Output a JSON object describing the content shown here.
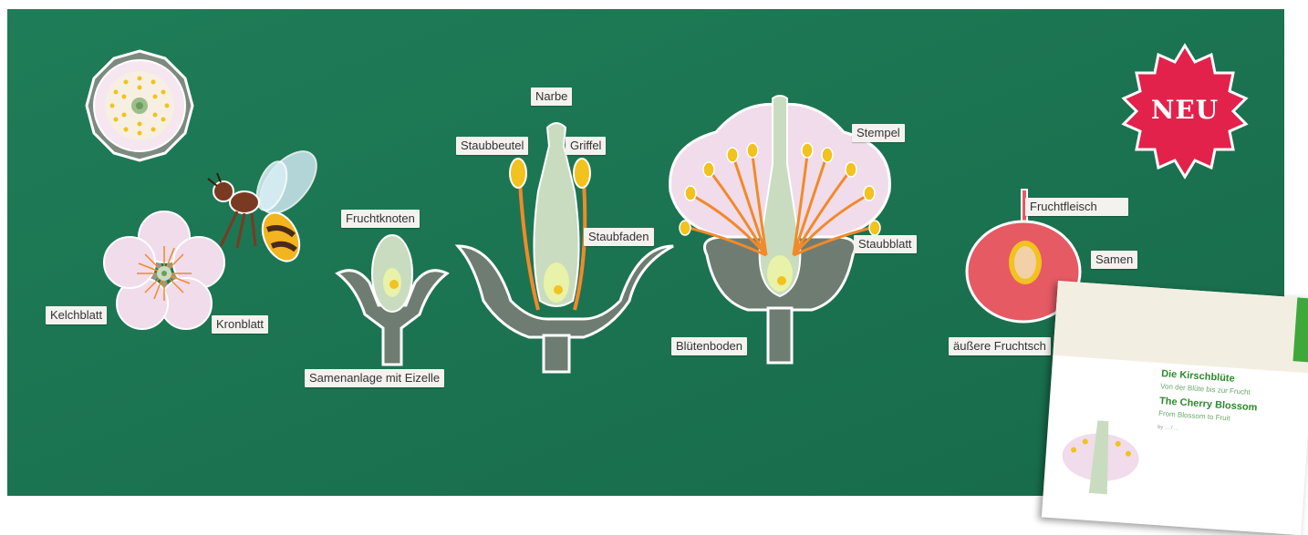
{
  "labels": {
    "kelchblatt": "Kelchblatt",
    "kronblatt": "Kronblatt",
    "fruchtknoten": "Fruchtknoten",
    "samenanlage": "Samenanlage mit Eizelle",
    "narbe": "Narbe",
    "staubbeutel": "Staubbeutel",
    "griffel": "Griffel",
    "staubfaden": "Staubfaden",
    "stempel": "Stempel",
    "staubblatt": "Staubblatt",
    "bluetenboden": "Blütenboden",
    "fruchtfleisch": "Fruchtfleisch",
    "samen": "Samen",
    "aeussere": "äußere Fruchtsch"
  },
  "badge": {
    "text": "NEU"
  },
  "book": {
    "title_de": "Die Kirschblüte",
    "subtitle_de": "Von der Blüte bis zur Frucht",
    "title_en": "The Cherry Blossom",
    "subtitle_en": "From Blossom to Fruit",
    "author": "by ... / ..."
  },
  "colors": {
    "board": "#1e7a56",
    "petal": "#f0dcea",
    "pistil": "#c9dcc0",
    "receptacle": "#6f7c72",
    "anther": "#f2c21f",
    "filament": "#f08a2a",
    "cherry": "#e65a64",
    "badge": "#e3224b"
  }
}
